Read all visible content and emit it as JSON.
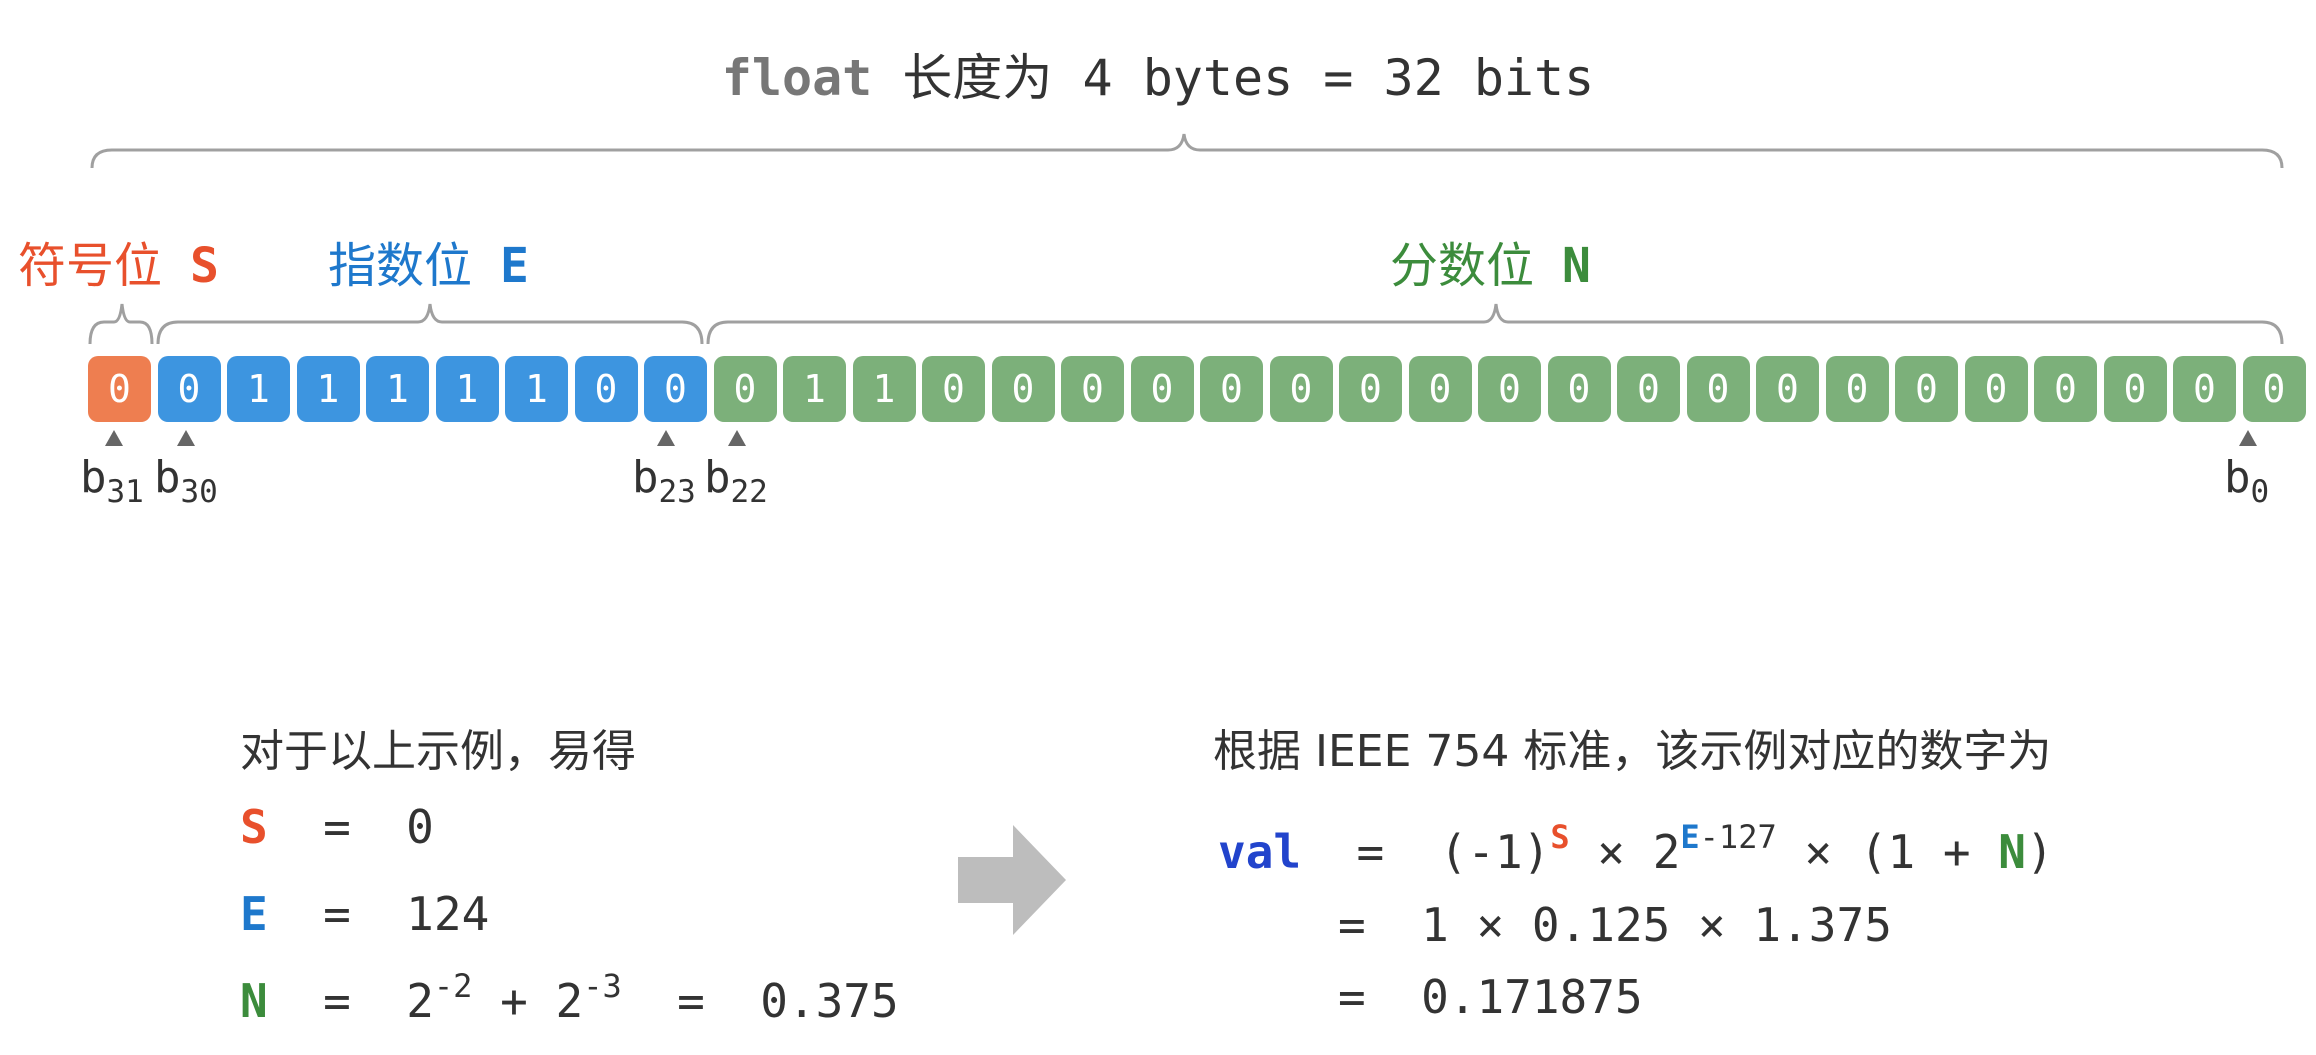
{
  "title": {
    "keyword": "float",
    "text": " 长度为 4 bytes = 32 bits"
  },
  "segments": {
    "sign": {
      "label": "符号位",
      "symbol": "S"
    },
    "exponent": {
      "label": "指数位",
      "symbol": "E"
    },
    "fraction": {
      "label": "分数位",
      "symbol": "N"
    }
  },
  "bits": [
    "0",
    "0",
    "1",
    "1",
    "1",
    "1",
    "1",
    "0",
    "0",
    "0",
    "1",
    "1",
    "0",
    "0",
    "0",
    "0",
    "0",
    "0",
    "0",
    "0",
    "0",
    "0",
    "0",
    "0",
    "0",
    "0",
    "0",
    "0",
    "0",
    "0",
    "0",
    "0"
  ],
  "bit_indices": [
    {
      "base": "b",
      "sub": "31"
    },
    {
      "base": "b",
      "sub": "30"
    },
    {
      "base": "b",
      "sub": "23"
    },
    {
      "base": "b",
      "sub": "22"
    },
    {
      "base": "b",
      "sub": "0"
    }
  ],
  "left_block": {
    "heading": "对于以上示例，易得",
    "s": {
      "var": "S",
      "rest": "  =  0"
    },
    "e": {
      "var": "E",
      "rest": "  =  124"
    },
    "n": {
      "var": "N",
      "eq": "  =  ",
      "base1": "2",
      "exp1": "-2",
      "plus": " + ",
      "base2": "2",
      "exp2": "-3",
      "result": "  =  0.375"
    }
  },
  "right_block": {
    "heading": "根据 IEEE 754 标准，该示例对应的数字为",
    "line1": {
      "var": "val",
      "eq": "  =  (-1)",
      "s_sup": "S",
      "times": " × 2",
      "e_sup": "E",
      "sup_rest": "-127",
      "tail_a": " × (1 + ",
      "n": "N",
      "tail_b": ")"
    },
    "line2": "=  1 × 0.125 × 1.375",
    "line3": "=  0.171875"
  },
  "colors": {
    "sign": "#ee7e50",
    "exponent": "#3d95e0",
    "fraction": "#7cb07a",
    "sign_text": "#e8502c",
    "exp_text": "#1e78cc",
    "frac_text": "#3c8c3c",
    "val_text": "#2244cc",
    "arrow": "#bdbdbd"
  }
}
